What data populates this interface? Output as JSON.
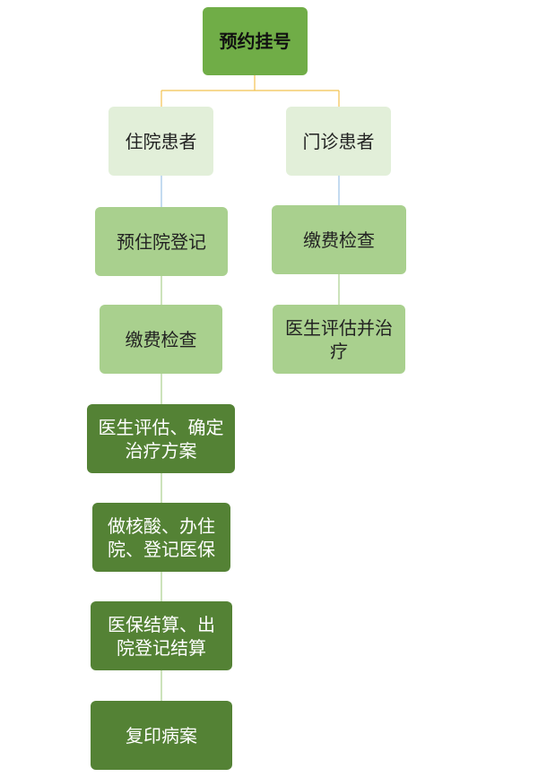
{
  "colors": {
    "root_fill": "#70ad47",
    "pale_fill": "#e2efd9",
    "mid_fill": "#a9d08e",
    "dark_fill": "#548235",
    "branch_connector": "#f2c24f",
    "left_connector": "#9dc3e6",
    "green_connector": "#a9d08e"
  },
  "root": {
    "label": "预约挂号"
  },
  "inpatient": {
    "header": "住院患者",
    "steps": [
      "预住院登记",
      "缴费检查",
      "医生评估、确定治疗方案",
      "做核酸、办住院、登记医保",
      "医保结算、出院登记结算",
      "复印病案"
    ]
  },
  "outpatient": {
    "header": "门诊患者",
    "steps": [
      "缴费检查",
      "医生评估并治疗"
    ]
  }
}
